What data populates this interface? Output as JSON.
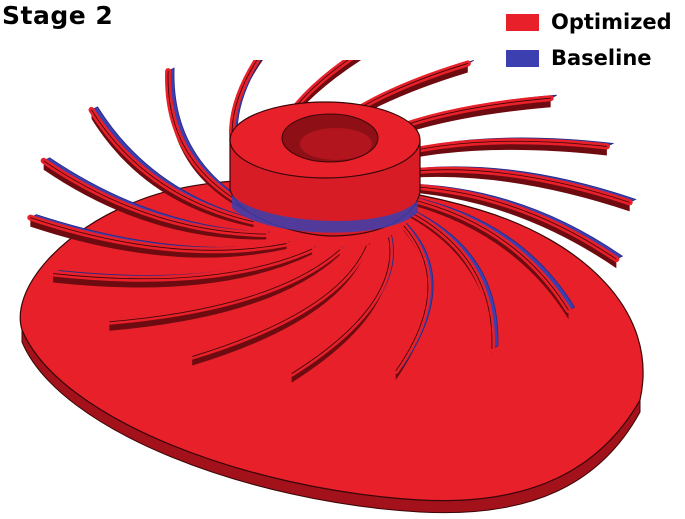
{
  "title": "Stage 2",
  "legend": [
    {
      "label": "Optimized",
      "color": "#e8202a"
    },
    {
      "label": "Baseline",
      "color": "#3b3fb0"
    }
  ],
  "colors": {
    "optimized": "#e8202a",
    "optimized_dark": "#a3121a",
    "optimized_shadow": "#6e0b10",
    "baseline": "#3b3fb0",
    "baseline_dark": "#262a80",
    "outline": "#3a0608"
  },
  "render_subject": "impeller-overlay"
}
